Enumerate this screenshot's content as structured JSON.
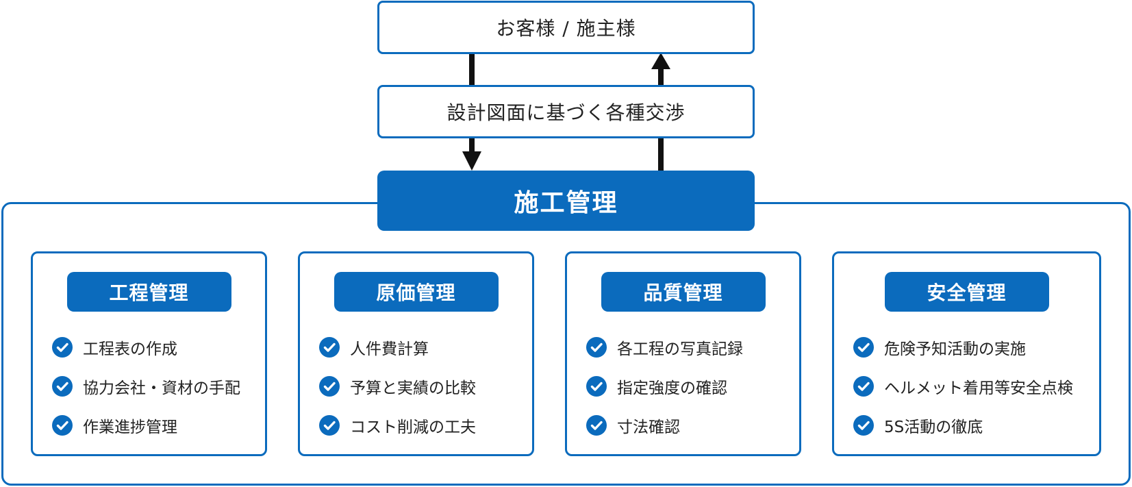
{
  "colors": {
    "accent": "#0b6bbd",
    "arrow": "#111111",
    "text": "#222222",
    "white": "#ffffff"
  },
  "top": {
    "client_label": "お客様 / 施主様",
    "negotiation_label": "設計図面に基づく各種交渉",
    "main_label": "施工管理"
  },
  "categories": [
    {
      "title": "工程管理",
      "icon": "check-circle-icon",
      "items": [
        "工程表の作成",
        "協力会社・資材の手配",
        "作業進捗管理"
      ]
    },
    {
      "title": "原価管理",
      "icon": "check-circle-icon",
      "items": [
        "人件費計算",
        "予算と実績の比較",
        "コスト削減の工夫"
      ]
    },
    {
      "title": "品質管理",
      "icon": "check-circle-icon",
      "items": [
        "各工程の写真記録",
        "指定強度の確認",
        "寸法確認"
      ]
    },
    {
      "title": "安全管理",
      "icon": "check-circle-icon",
      "items": [
        "危険予知活動の実施",
        "ヘルメット着用等安全点検",
        "5S活動の徹底"
      ]
    }
  ]
}
